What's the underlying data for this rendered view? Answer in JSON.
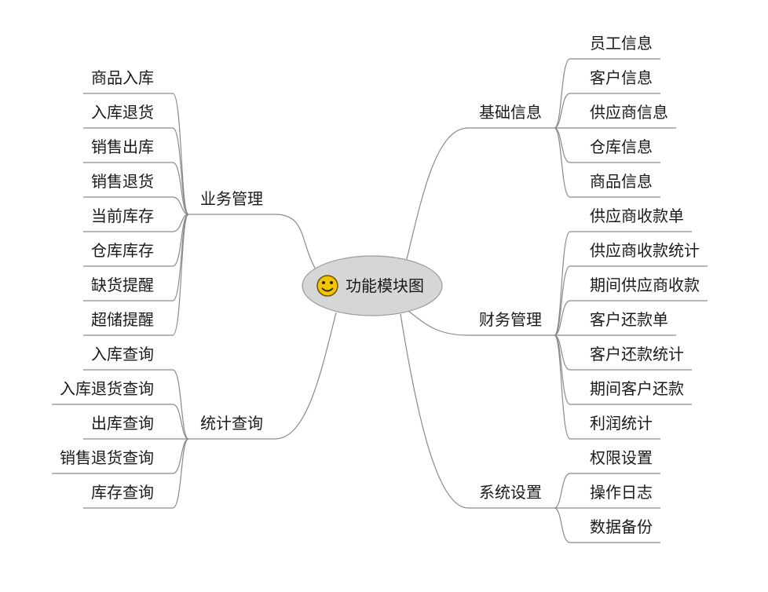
{
  "center": {
    "title": "功能模块图",
    "icon": "smiley-face-icon",
    "fill": "#d6d6d6",
    "icon_color": "#f2c500"
  },
  "branches": [
    {
      "id": "basic",
      "label": "基础信息",
      "side": "right",
      "children": [
        "员工信息",
        "客户信息",
        "供应商信息",
        "仓库信息",
        "商品信息"
      ]
    },
    {
      "id": "finance",
      "label": "财务管理",
      "side": "right",
      "children": [
        "供应商收款单",
        "供应商收款统计",
        "期间供应商收款",
        "客户还款单",
        "客户还款统计",
        "期间客户还款",
        "利润统计"
      ]
    },
    {
      "id": "system",
      "label": "系统设置",
      "side": "right",
      "children": [
        "权限设置",
        "操作日志",
        "数据备份"
      ]
    },
    {
      "id": "business",
      "label": "业务管理",
      "side": "left",
      "children": [
        "商品入库",
        "入库退货",
        "销售出库",
        "销售退货",
        "当前库存",
        "仓库库存",
        "缺货提醒",
        "超储提醒"
      ]
    },
    {
      "id": "stats",
      "label": "统计查询",
      "side": "left",
      "children": [
        "入库查询",
        "入库退货查询",
        "出库查询",
        "销售退货查询",
        "库存查询"
      ]
    }
  ]
}
